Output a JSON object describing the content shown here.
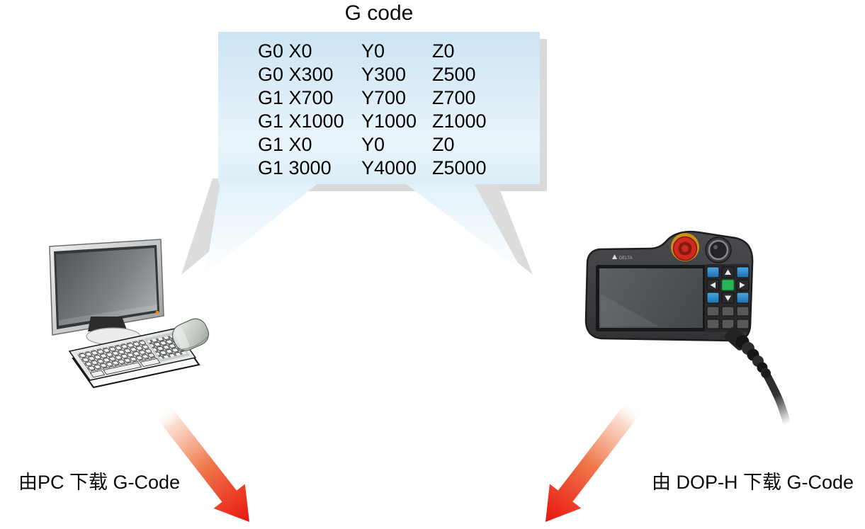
{
  "title": "G code",
  "bubble": {
    "rows": [
      [
        "G0 X0",
        "Y0",
        "Z0"
      ],
      [
        "G0 X300",
        "Y300",
        "Z500"
      ],
      [
        "G1 X700",
        "Y700",
        "Z700"
      ],
      [
        "G1 X1000",
        "Y1000",
        "Z1000"
      ],
      [
        "G1 X0",
        "Y0",
        "Z0"
      ],
      [
        "G1 3000",
        "Y4000",
        "Z5000"
      ]
    ]
  },
  "captions": {
    "pc": "由PC 下载 G-Code",
    "dop": "由 DOP-H 下载 G-Code"
  },
  "icons": {
    "pc": "desktop-pc-illustration",
    "dop": "dop-h-teach-pendant-illustration",
    "left_arrow": "red-download-arrow-down-right",
    "right_arrow": "red-download-arrow-down-left"
  },
  "colors": {
    "bubble_top": "#cde4f3",
    "bubble_bottom": "#e9f4fb",
    "shadow": "#d9d9d9",
    "arrow_red": "#e8150e",
    "estop_red": "#cf2a1d",
    "key_blue": "#2e86c1",
    "key_green": "#28b457",
    "text": "#000000"
  }
}
